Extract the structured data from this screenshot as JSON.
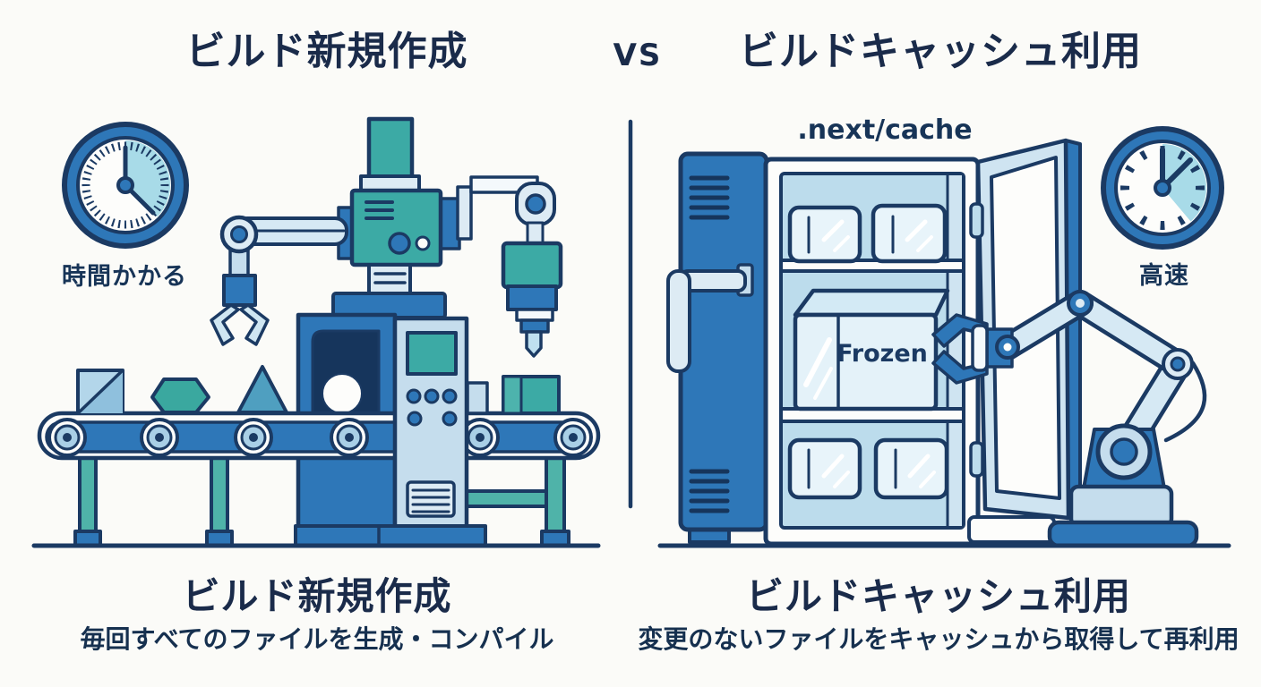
{
  "header": {
    "left_title": "ビルド新規作成",
    "vs": "VS",
    "right_title": "ビルドキャッシュ利用"
  },
  "left_scene": {
    "clock_label": "時間かかる"
  },
  "right_scene": {
    "cache_label": ".next/cache",
    "frozen_label": "Frozen",
    "clock_label": "高速"
  },
  "captions": {
    "left": {
      "title": "ビルド新規作成",
      "subtitle": "毎回すべてのファイルを生成・コンパイル"
    },
    "right": {
      "title": "ビルドキャッシュ利用",
      "subtitle": "変更のないファイルをキャッシュから取得して再利用"
    }
  },
  "colors": {
    "background": "#fbfbf8",
    "outline_navy": "#1b3a63",
    "text_navy": "#1a2b4a",
    "blue": "#2e77b8",
    "light_blue": "#c5dded",
    "pale_blue": "#ddebf4",
    "teal": "#3caaa5",
    "ice": "#e8f4fa",
    "clock_wedge": "#a8dbe8",
    "dark_panel": "#16355c"
  }
}
